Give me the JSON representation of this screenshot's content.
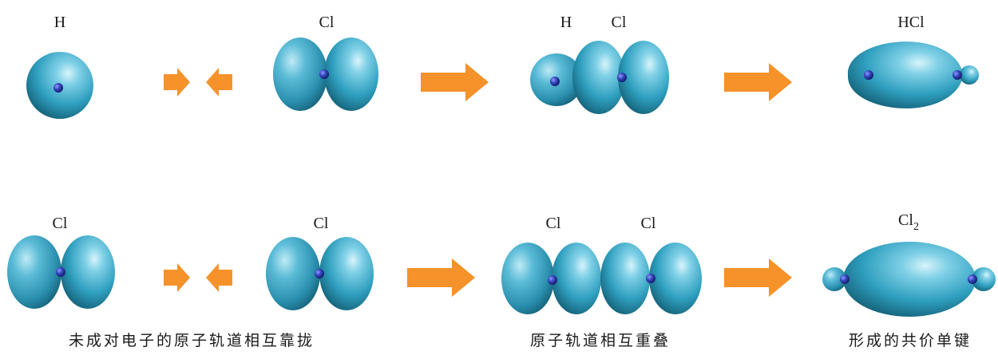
{
  "row1": {
    "h_label": "H",
    "cl_label": "Cl",
    "pair_h_label": "H",
    "pair_cl_label": "Cl",
    "product_label": "HCl"
  },
  "row2": {
    "cl_left_label": "Cl",
    "cl_right_label": "Cl",
    "pair_cl1_label": "Cl",
    "pair_cl2_label": "Cl",
    "product_main": "Cl",
    "product_sub": "2"
  },
  "captions": {
    "approach": "未成对电子的原子轨道相互靠拢",
    "overlap": "原子轨道相互重叠",
    "bond": "形成的共价单键"
  },
  "colors": {
    "orbital": "#2f9fbf",
    "nucleus": "#2b3aa8",
    "arrow": "#f5922a"
  }
}
